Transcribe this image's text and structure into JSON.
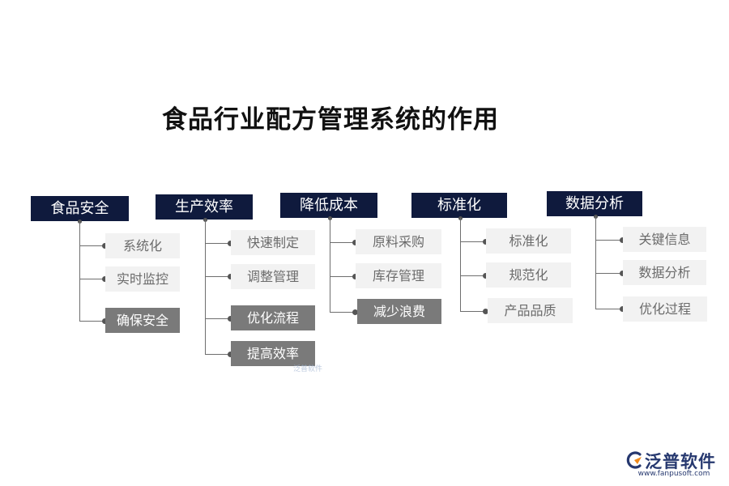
{
  "title": "食品行业配方管理系统的作用",
  "columns": [
    {
      "header": "食品安全",
      "items": [
        {
          "label": "系统化"
        },
        {
          "label": "实时监控"
        },
        {
          "label": "确保安全"
        }
      ]
    },
    {
      "header": "生产效率",
      "items": [
        {
          "label": "快速制定"
        },
        {
          "label": "调整管理"
        },
        {
          "label": "优化流程"
        },
        {
          "label": "提高效率"
        }
      ]
    },
    {
      "header": "降低成本",
      "items": [
        {
          "label": "原料采购"
        },
        {
          "label": "库存管理"
        },
        {
          "label": "减少浪费"
        }
      ]
    },
    {
      "header": "标准化",
      "items": [
        {
          "label": "标准化"
        },
        {
          "label": "规范化"
        },
        {
          "label": "产品品质"
        }
      ]
    },
    {
      "header": "数据分析",
      "items": [
        {
          "label": "关键信息"
        },
        {
          "label": "数据分析"
        },
        {
          "label": "优化过程"
        }
      ]
    }
  ],
  "watermark": "泛普软件",
  "logo": {
    "name": "泛普软件",
    "url": "www.fanpusoft.com"
  },
  "colors": {
    "header_bg": "#0f1a3d",
    "item_bg": "#f2f2f2",
    "item_dark_bg": "#7a7a7a",
    "logo_blue": "#26386f",
    "logo_orange": "#f08a1c"
  }
}
